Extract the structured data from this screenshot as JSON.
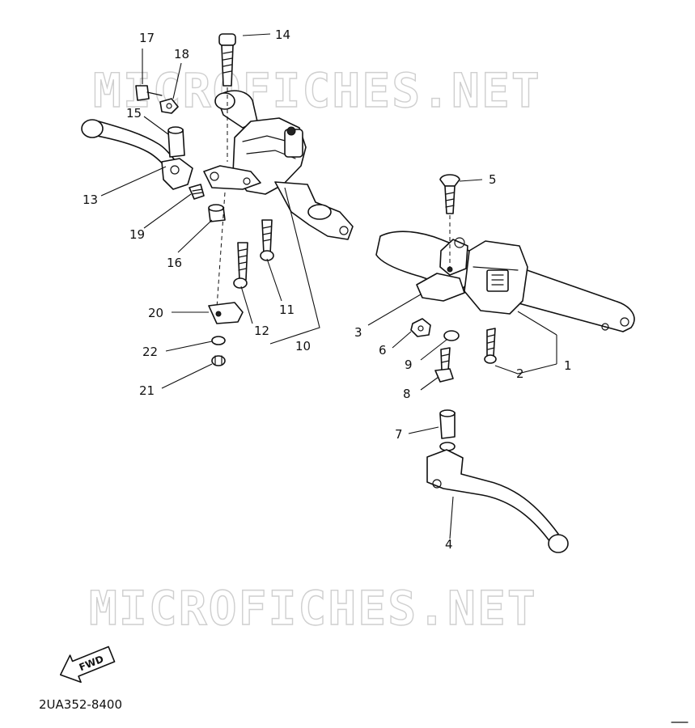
{
  "watermark": {
    "top": "MICROFICHES.NET",
    "bottom": "MICROFICHES.NET"
  },
  "diagram_code": "2UA352-8400",
  "fwd_label": "FWD",
  "callouts": [
    {
      "id": "c1",
      "label": "1"
    },
    {
      "id": "c2",
      "label": "2"
    },
    {
      "id": "c3",
      "label": "3"
    },
    {
      "id": "c4",
      "label": "4"
    },
    {
      "id": "c5",
      "label": "5"
    },
    {
      "id": "c6",
      "label": "6"
    },
    {
      "id": "c7",
      "label": "7"
    },
    {
      "id": "c8",
      "label": "8"
    },
    {
      "id": "c9",
      "label": "9"
    },
    {
      "id": "c10",
      "label": "10"
    },
    {
      "id": "c11",
      "label": "11"
    },
    {
      "id": "c12",
      "label": "12"
    },
    {
      "id": "c13",
      "label": "13"
    },
    {
      "id": "c14",
      "label": "14"
    },
    {
      "id": "c15",
      "label": "15"
    },
    {
      "id": "c16",
      "label": "16"
    },
    {
      "id": "c17",
      "label": "17"
    },
    {
      "id": "c18",
      "label": "18"
    },
    {
      "id": "c19",
      "label": "19"
    },
    {
      "id": "c20",
      "label": "20"
    },
    {
      "id": "c21",
      "label": "21"
    },
    {
      "id": "c22",
      "label": "22"
    }
  ]
}
